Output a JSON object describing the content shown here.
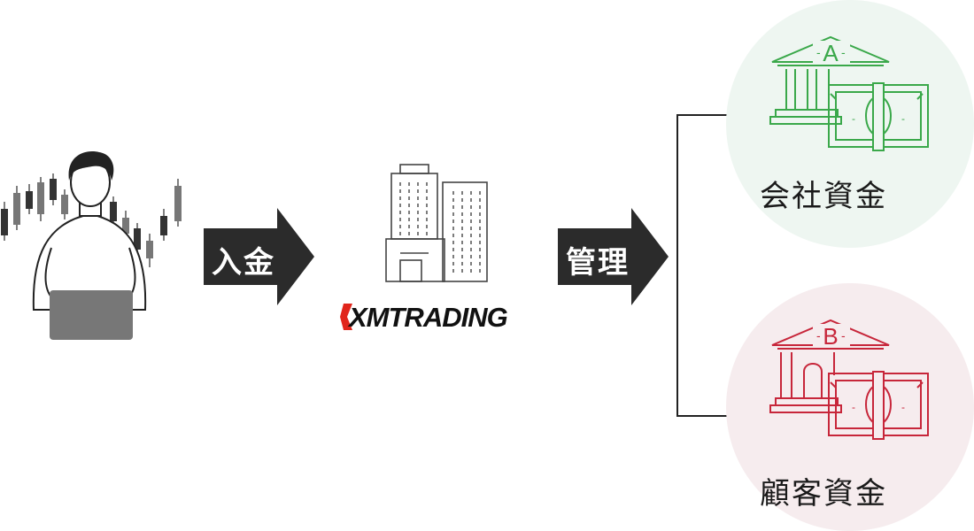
{
  "flow": {
    "deposit_label": "入金",
    "manage_label": "管理"
  },
  "broker": {
    "logo_text": "XMTRADING"
  },
  "destinations": [
    {
      "label": "会社資金",
      "badge": "A",
      "color": "#3aa84a",
      "bg": "#eef6f1"
    },
    {
      "label": "顧客資金",
      "badge": "B",
      "color": "#c7263a",
      "bg": "#f6ecee"
    }
  ],
  "colors": {
    "arrow": "#2b2b2b",
    "logo_accent": "#e1251b"
  }
}
